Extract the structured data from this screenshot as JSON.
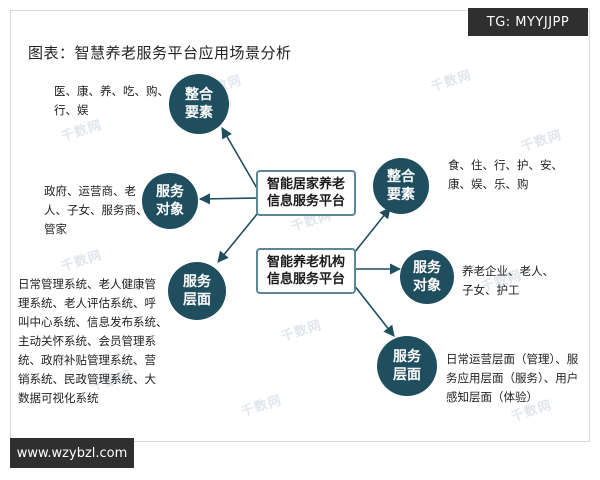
{
  "title": "图表：智慧养老服务平台应用场景分析",
  "tag_top": "TG: MYYJJPP",
  "tag_bottom": "www.wzybzl.com",
  "watermark": "千数网",
  "colors": {
    "circle_fill": "#1f4e5f",
    "box_border": "#5b8796",
    "arrow": "#1f4e5f"
  },
  "center_boxes": [
    {
      "line1": "智能居家养老",
      "line2": "信息服务平台"
    },
    {
      "line1": "智能养老机构",
      "line2": "信息服务平台"
    }
  ],
  "left_circles": [
    {
      "line1": "整合",
      "line2": "要素"
    },
    {
      "line1": "服务",
      "line2": "对象"
    },
    {
      "line1": "服务",
      "line2": "层面"
    }
  ],
  "right_circles": [
    {
      "line1": "整合",
      "line2": "要素"
    },
    {
      "line1": "服务",
      "line2": "对象"
    },
    {
      "line1": "服务",
      "line2": "层面"
    }
  ],
  "left_notes": [
    [
      "医、康、养、吃、购、",
      "行、娱"
    ],
    [
      "政府、运营商、老",
      "人、子女、服务商、",
      "管家"
    ],
    [
      "日常管理系统、老人健康管",
      "理系统、老人评估系统、呼",
      "叫中心系统、信息发布系统、",
      "主动关怀系统、会员管理系",
      "统、政府补贴管理系统、营",
      "销系统、民政管理系统、大",
      "数据可视化系统"
    ]
  ],
  "right_notes": [
    [
      "食、住、行、护、安、",
      "康、娱、乐、购"
    ],
    [
      "养老企业、老人、",
      "子女、护工"
    ],
    [
      "日常运营层面（管理）、服",
      "务应用层面（服务）、用户",
      "感知层面（体验）"
    ]
  ]
}
